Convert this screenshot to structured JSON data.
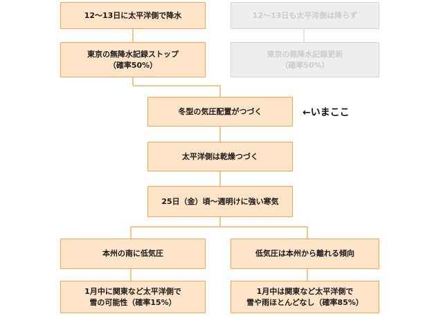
{
  "boxes": {
    "landfall": "12〜13日に太平洋側で降水",
    "no_rain": "12〜13日も太平洋側は降らず",
    "record_stop": "東京の無降水記録ストップ\n（確率50%）",
    "record_update": "東京の無降水記録更新\n（確率50%）",
    "winter_pattern": "冬型の気圧配置がつづく",
    "dry_continues": "太平洋側は乾燥つづく",
    "cold_wave": "25日（金）頃〜週明けに強い寒気",
    "low_south": "本州の南に低気圧",
    "low_away": "低気圧は本州から離れる傾向",
    "snow_possible": "1月中に関東など太平洋側で\n雪の可能性（確率15%）",
    "no_snow": "1月中は関東など太平洋側で\n雪や雨ほとんどなし（確率85%）"
  },
  "marker": "←いまここ",
  "colors": {
    "active_fill": "#fde3c8",
    "active_border": "#f0a54a",
    "inactive_fill": "#eeeeee",
    "inactive_border": "#d4d4d4",
    "inactive_text": "#cccccc",
    "connector": "#f0a54a"
  }
}
